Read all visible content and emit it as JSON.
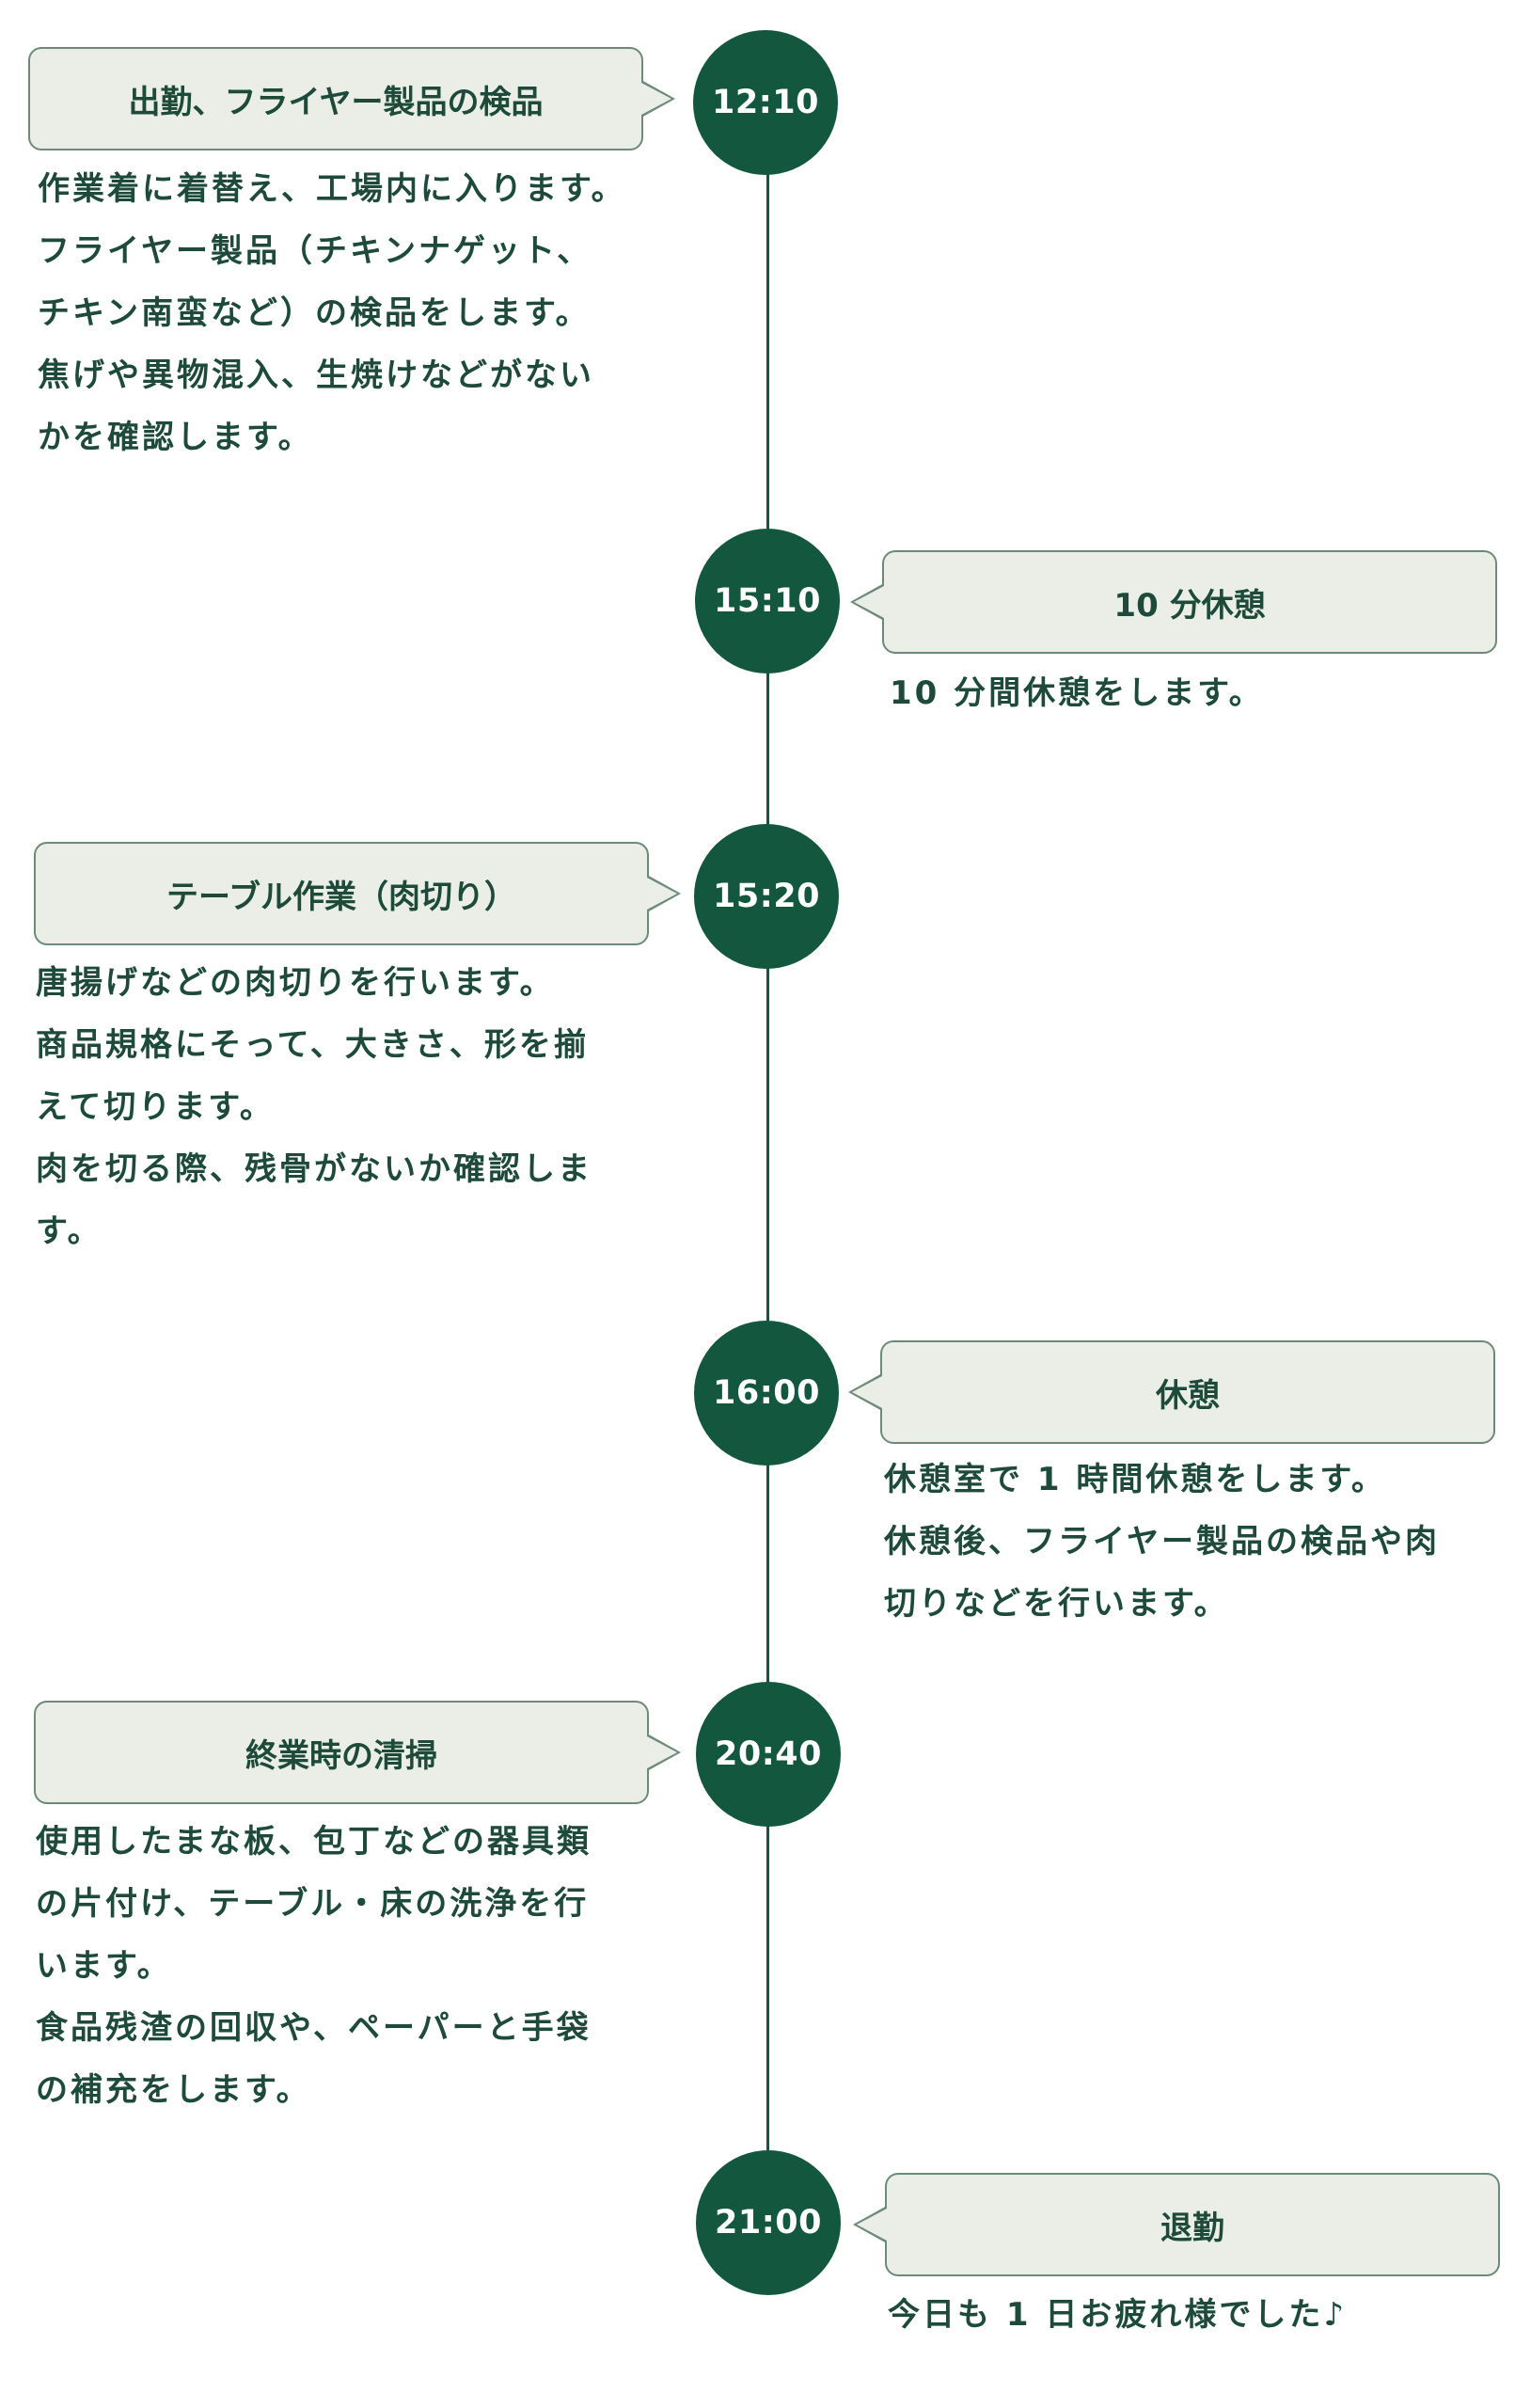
{
  "colors": {
    "accent": "#13573f",
    "bubble_bg": "#eaeee6",
    "bubble_border": "#6d8a7b",
    "text": "#1d4a3a"
  },
  "items": [
    {
      "time": "12:10",
      "title": "出勤、フライヤー製品の検品",
      "lines": [
        "作業着に着替え、工場内に入ります。",
        "フライヤー製品（チキンナゲット、\nチキン南蛮など）の検品をします。",
        "焦げや異物混入、生焼けなどがない\nかを確認します。"
      ]
    },
    {
      "time": "15:10",
      "title": "10 分休憩",
      "lines": [
        "10 分間休憩をします。"
      ]
    },
    {
      "time": "15:20",
      "title": "テーブル作業（肉切り）",
      "lines": [
        "唐揚げなどの肉切りを行います。",
        "商品規格にそって、大きさ、形を揃\nえて切ります。",
        "肉を切る際、残骨がないか確認しま\nす。"
      ]
    },
    {
      "time": "16:00",
      "title": "休憩",
      "lines": [
        "休憩室で 1 時間休憩をします。",
        "休憩後、フライヤー製品の検品や肉\n切りなどを行います。"
      ]
    },
    {
      "time": "20:40",
      "title": "終業時の清掃",
      "lines": [
        "使用したまな板、包丁などの器具類\nの片付け、テーブル・床の洗浄を行\nいます。",
        "食品残渣の回収や、ペーパーと手袋\nの補充をします。"
      ]
    },
    {
      "time": "21:00",
      "title": "退勤",
      "lines": [
        "今日も 1 日お疲れ様でした♪"
      ]
    }
  ]
}
